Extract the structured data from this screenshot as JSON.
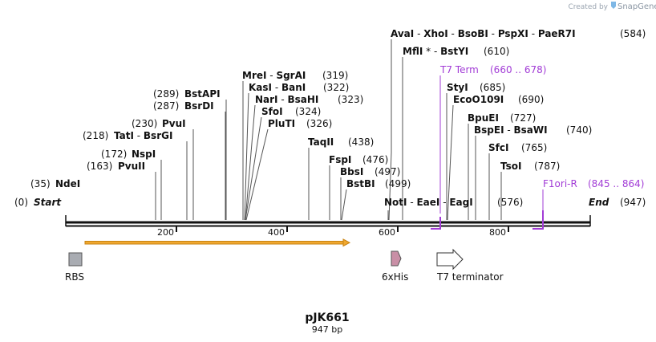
{
  "watermark": {
    "prefix": "Created by",
    "brand": "SnapGene"
  },
  "map": {
    "name": "pJK661",
    "size_label": "947 bp",
    "start_label": "Start",
    "start_pos": "(0)",
    "end_label": "End",
    "end_pos": "(947)"
  },
  "ruler": {
    "ticks": [
      "200",
      "400",
      "600",
      "800"
    ]
  },
  "sites": [
    {
      "parts": [
        {
          "t": "NdeI",
          "c": "enz"
        }
      ],
      "pos": "(35)"
    },
    {
      "parts": [
        {
          "t": "PvuII",
          "c": "enz"
        }
      ],
      "pos": "(163)"
    },
    {
      "parts": [
        {
          "t": "NspI",
          "c": "enz"
        }
      ],
      "pos": "(172)"
    },
    {
      "parts": [
        {
          "t": "TatI",
          "c": "enz"
        },
        {
          "t": " - ",
          "c": "pos"
        },
        {
          "t": "BsrGI",
          "c": "enz"
        }
      ],
      "pos": "(218)"
    },
    {
      "parts": [
        {
          "t": "PvuI",
          "c": "enz"
        }
      ],
      "pos": "(230)"
    },
    {
      "parts": [
        {
          "t": "BsrDI",
          "c": "enz"
        }
      ],
      "pos": "(287)"
    },
    {
      "parts": [
        {
          "t": "BstAPI",
          "c": "enz"
        }
      ],
      "pos": "(289)"
    },
    {
      "parts": [
        {
          "t": "MreI",
          "c": "enz"
        },
        {
          "t": " - ",
          "c": "pos"
        },
        {
          "t": "SgrAI",
          "c": "enz"
        }
      ],
      "pos": "(319)"
    },
    {
      "parts": [
        {
          "t": "KasI",
          "c": "enz"
        },
        {
          "t": " - ",
          "c": "pos"
        },
        {
          "t": "BanI",
          "c": "enz"
        }
      ],
      "pos": "(322)"
    },
    {
      "parts": [
        {
          "t": "NarI",
          "c": "enz"
        },
        {
          "t": " - ",
          "c": "pos"
        },
        {
          "t": "BsaHI",
          "c": "enz"
        }
      ],
      "pos": "(323)"
    },
    {
      "parts": [
        {
          "t": "SfoI",
          "c": "enz"
        }
      ],
      "pos": "(324)"
    },
    {
      "parts": [
        {
          "t": "PluTI",
          "c": "enz"
        }
      ],
      "pos": "(326)"
    },
    {
      "parts": [
        {
          "t": "TaqII",
          "c": "enz"
        }
      ],
      "pos": "(438)"
    },
    {
      "parts": [
        {
          "t": "FspI",
          "c": "enz"
        }
      ],
      "pos": "(476)"
    },
    {
      "parts": [
        {
          "t": "BbsI",
          "c": "enz"
        }
      ],
      "pos": "(497)"
    },
    {
      "parts": [
        {
          "t": "BstBI",
          "c": "enz"
        }
      ],
      "pos": "(499)"
    },
    {
      "parts": [
        {
          "t": "NotI",
          "c": "enz"
        },
        {
          "t": " - ",
          "c": "pos"
        },
        {
          "t": "EaeI",
          "c": "enz"
        },
        {
          "t": " - ",
          "c": "pos"
        },
        {
          "t": "EagI",
          "c": "enz"
        }
      ],
      "pos": "(576)"
    },
    {
      "parts": [
        {
          "t": "AvaI",
          "c": "enz"
        },
        {
          "t": " - ",
          "c": "pos"
        },
        {
          "t": "XhoI",
          "c": "enz"
        },
        {
          "t": " - ",
          "c": "pos"
        },
        {
          "t": "BsoBI",
          "c": "enz"
        },
        {
          "t": " - ",
          "c": "pos"
        },
        {
          "t": "PspXI",
          "c": "enz"
        },
        {
          "t": " - ",
          "c": "pos"
        },
        {
          "t": "PaeR7I",
          "c": "enz"
        }
      ],
      "pos": "(584)"
    },
    {
      "parts": [
        {
          "t": "MflI",
          "c": "enz"
        },
        {
          "t": " * - ",
          "c": "pos"
        },
        {
          "t": "BstYI",
          "c": "enz"
        }
      ],
      "pos": "(610)"
    },
    {
      "parts": [
        {
          "t": "T7 Term",
          "c": "prim"
        }
      ],
      "pos": "(660 .. 678)",
      "primer": true
    },
    {
      "parts": [
        {
          "t": "StyI",
          "c": "enz"
        }
      ],
      "pos": "(685)"
    },
    {
      "parts": [
        {
          "t": "EcoO109I",
          "c": "enz"
        }
      ],
      "pos": "(690)"
    },
    {
      "parts": [
        {
          "t": "BpuEI",
          "c": "enz"
        }
      ],
      "pos": "(727)"
    },
    {
      "parts": [
        {
          "t": "BspEI",
          "c": "enz"
        },
        {
          "t": " - ",
          "c": "pos"
        },
        {
          "t": "BsaWI",
          "c": "enz"
        }
      ],
      "pos": "(740)"
    },
    {
      "parts": [
        {
          "t": "SfcI",
          "c": "enz"
        }
      ],
      "pos": "(765)"
    },
    {
      "parts": [
        {
          "t": "TsoI",
          "c": "enz"
        }
      ],
      "pos": "(787)"
    },
    {
      "parts": [
        {
          "t": "F1ori-R",
          "c": "prim"
        }
      ],
      "pos": "(845 .. 864)",
      "primer": true
    }
  ],
  "features": [
    {
      "name": "RBS",
      "color": "#a9acb2"
    },
    {
      "name": "6xHis",
      "color": "#c98fa6"
    },
    {
      "name": "T7 terminator",
      "color": "#ffffff"
    }
  ],
  "colors": {
    "orf": "#f0a830",
    "primer": "#a23cd6",
    "backbone": "#111111"
  }
}
